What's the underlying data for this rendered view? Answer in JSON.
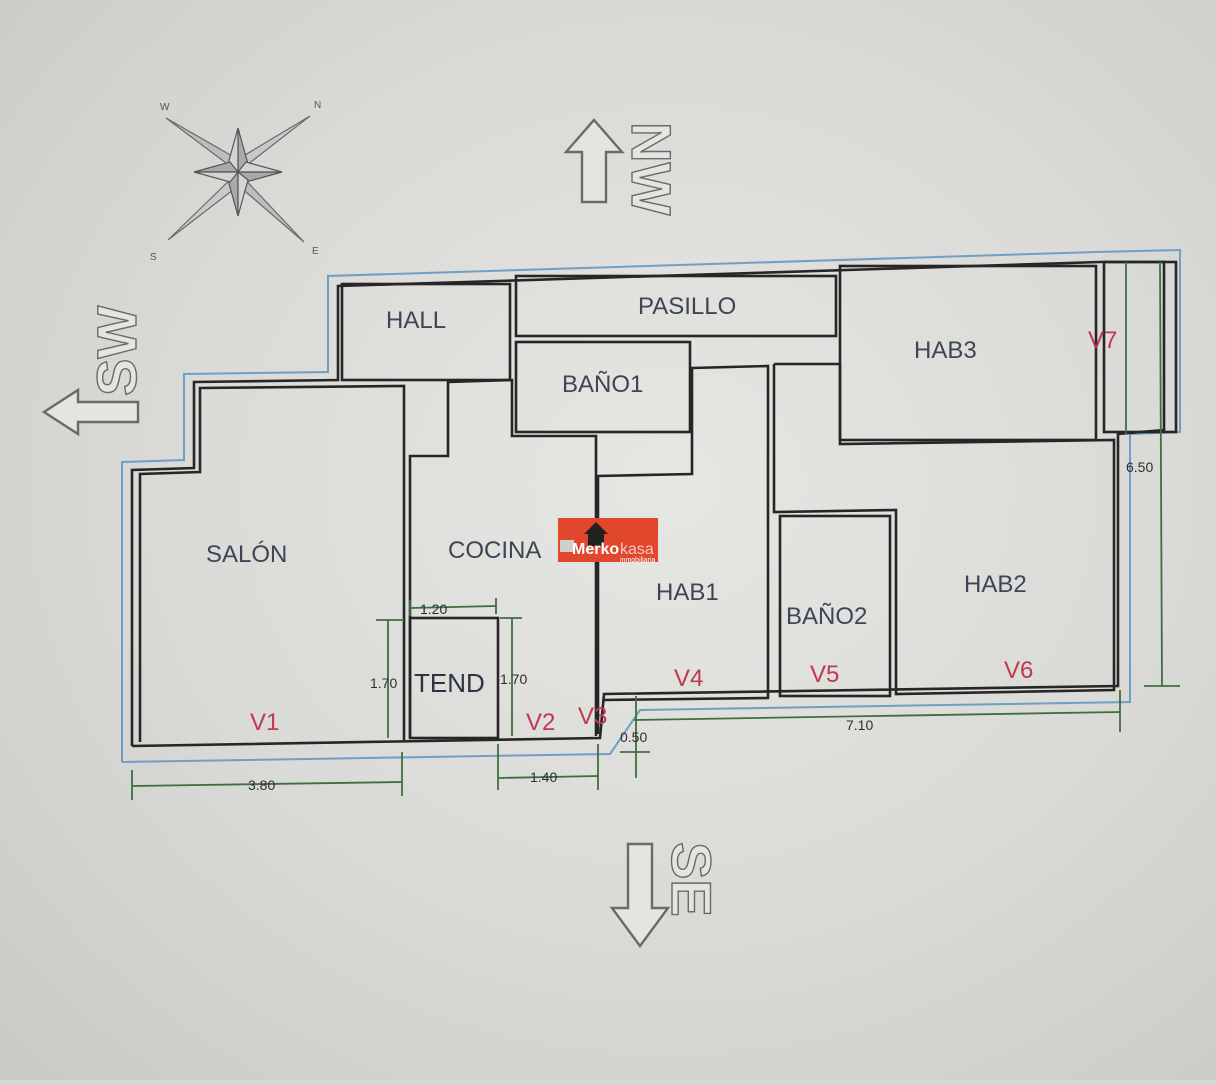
{
  "directions": {
    "north": "NW",
    "west": "SW",
    "south": "SE"
  },
  "compass_rose": {
    "points": [
      "N",
      "E",
      "S",
      "W"
    ]
  },
  "rooms": {
    "hall": "HALL",
    "pasillo": "PASILLO",
    "hab3": "HAB3",
    "bano1": "BAÑO1",
    "salon": "SALÓN",
    "cocina": "COCINA",
    "hab1": "HAB1",
    "bano2": "BAÑO2",
    "hab2": "HAB2",
    "tend": "TEND"
  },
  "windows": {
    "v1": "V1",
    "v2": "V2",
    "v3": "V3",
    "v4": "V4",
    "v5": "V5",
    "v6": "V6",
    "v7": "V7"
  },
  "dimensions": {
    "salon_width": "3.80",
    "tend_width": "1.20",
    "tend_height_left": "1.70",
    "tend_height_right": "1.70",
    "cocina_bottom": "1.40",
    "step": "0.50",
    "bedrooms_width": "7.10",
    "total_depth": "6.50"
  },
  "logo": {
    "brand_part1": "Merko",
    "brand_part2": "kasa",
    "tagline": "inmobiliaria",
    "bg_color": "#e0472c"
  }
}
